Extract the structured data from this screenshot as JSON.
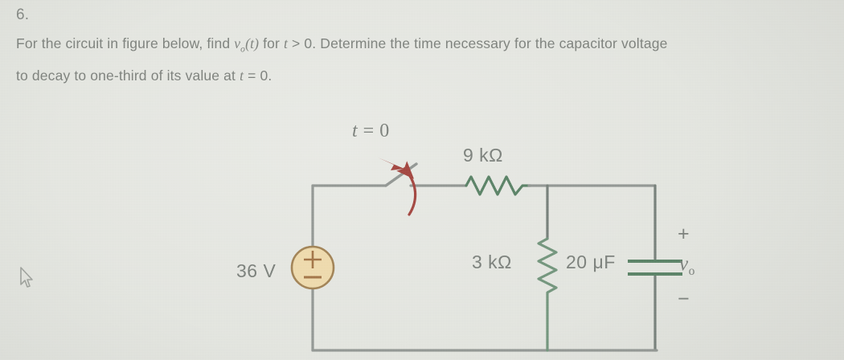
{
  "problem": {
    "number": "6.",
    "line1_a": "For the circuit in figure below, find ",
    "line1_var": "v",
    "line1_sub": "o",
    "line1_b": "(t)",
    "line1_c": " for ",
    "line1_t": "t",
    "line1_d": " > 0. Determine the time necessary for the capacitor voltage",
    "line2_a": "to decay to one-third of its value at ",
    "line2_t": "t",
    "line2_b": " = 0."
  },
  "circuit": {
    "switch_label_t": "t",
    "switch_label_eq": "= 0",
    "resistor_series": "9 kΩ",
    "resistor_parallel": "3 kΩ",
    "capacitor": "20 μF",
    "source": "36 V",
    "source_plus": "+",
    "source_minus": "−",
    "output_plus": "+",
    "output_minus": "−",
    "output_var": "v",
    "output_sub": "o"
  },
  "colors": {
    "background": "#e2e4de",
    "wire": "#8c918d",
    "component_green": "#4f7a5c",
    "switch_arrow": "#9e3a33",
    "source_fill": "#efd9a8",
    "source_stroke": "#9c7b4a",
    "text": "#757974"
  }
}
